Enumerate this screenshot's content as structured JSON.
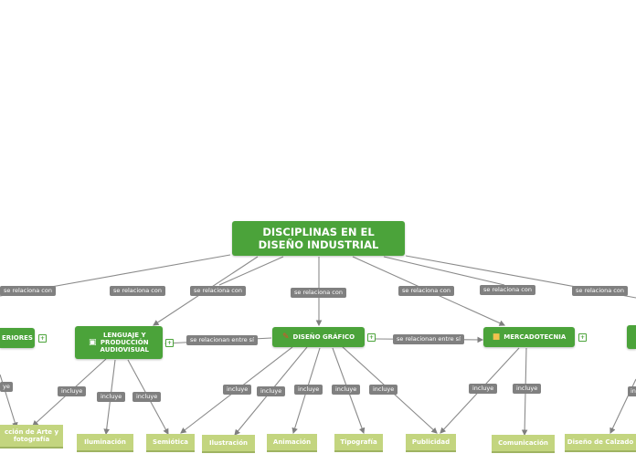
{
  "root": {
    "line1": "DISCIPLINAS EN EL",
    "line2": "DISEÑO INDUSTRIAL"
  },
  "main_topics": {
    "interiores": "ERIORES",
    "lenguaje": {
      "l1": "LENGUAJE Y",
      "l2": "PRODUCCIÓN",
      "l3": "AUDIOVISUAL"
    },
    "diseno_grafico": "DISEÑO GRÁFICO",
    "mercadotecnia": "MERCADOTECNIA"
  },
  "relations": {
    "se_relaciona_con": "se relaciona con",
    "se_relacionan_entre_si": "se relacionan entre sí",
    "incluye": "incluye",
    "incluye_cut": "ye"
  },
  "leaves": {
    "direccion_arte_l1": "cción de Arte y",
    "direccion_arte_l2": "fotografía",
    "iluminacion": "Iluminación",
    "semiotica": "Semiótica",
    "ilustracion": "Ilustración",
    "animacion": "Animación",
    "tipografia": "Tipografía",
    "publicidad": "Publicidad",
    "comunicacion": "Comunicación",
    "calzado": "Diseño de Calzado"
  },
  "colors": {
    "main_green": "#4ba33a",
    "leaf_green": "#c3d57f",
    "label_gray": "#808080",
    "line_gray": "#7f7f7f"
  },
  "icons": {
    "lenguaje": "camera-icon",
    "diseno_grafico": "pencil-icon",
    "mercadotecnia": "briefcase-icon",
    "expand": "plus-box-icon"
  }
}
